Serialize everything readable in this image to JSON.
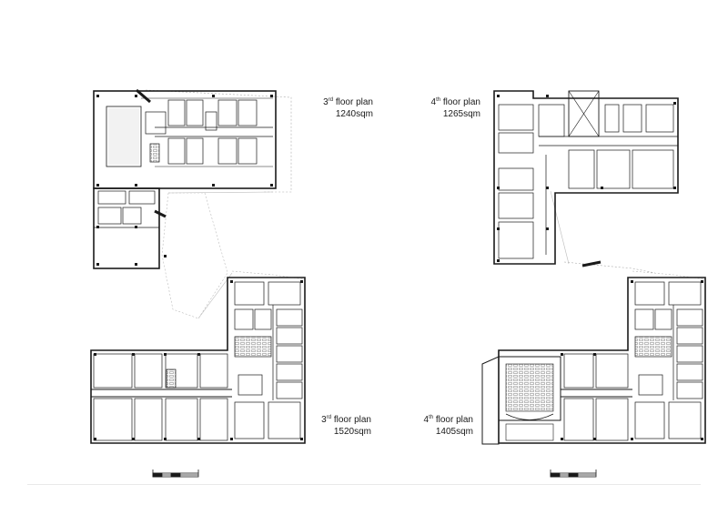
{
  "plans": [
    {
      "id": "upper-left",
      "floor_num": "3",
      "sup": "rd",
      "suffix": " floor plan",
      "area": "1240sqm"
    },
    {
      "id": "upper-right",
      "floor_num": "4",
      "sup": "th",
      "suffix": " floor plan",
      "area": "1265sqm"
    },
    {
      "id": "lower-left",
      "floor_num": "3",
      "sup": "rd",
      "suffix": " floor plan",
      "area": "1520sqm"
    },
    {
      "id": "lower-right",
      "floor_num": "4",
      "sup": "th",
      "suffix": " floor plan",
      "area": "1405sqm"
    }
  ],
  "colors": {
    "wall": "#1a1a1a",
    "thin": "#555555",
    "light": "#9a9a9a",
    "fill": "#f7f7f7"
  }
}
